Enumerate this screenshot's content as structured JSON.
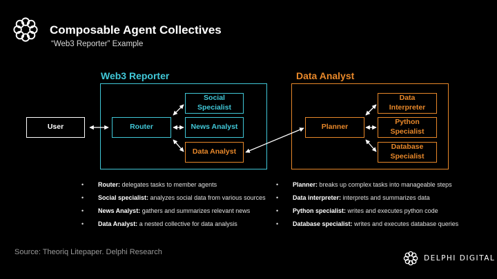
{
  "header": {
    "title": "Composable Agent Collectives",
    "subtitle": "“Web3 Reporter” Example",
    "logo_icon": "delphi-knot-icon"
  },
  "colors": {
    "background": "#000000",
    "web3_reporter": "#41c8d8",
    "data_analyst": "#e8882a",
    "user": "#ffffff",
    "arrows": "#ffffff"
  },
  "diagram": {
    "user": {
      "label": "User"
    },
    "web3_reporter": {
      "label": "Web3 Reporter",
      "router": "Router",
      "social_specialist": [
        "Social",
        "Specialist"
      ],
      "news_analyst": "News Analyst",
      "data_analyst": "Data Analyst"
    },
    "data_analyst_group": {
      "label": "Data Analyst",
      "planner": "Planner",
      "data_interpreter": [
        "Data",
        "Interpreter"
      ],
      "python_specialist": [
        "Python",
        "Specialist"
      ],
      "database_specialist": [
        "Database",
        "Specialist"
      ]
    },
    "connections": [
      {
        "from": "User",
        "to": "Router",
        "type": "bidirectional"
      },
      {
        "from": "Router",
        "to": "Social Specialist",
        "type": "bidirectional"
      },
      {
        "from": "Router",
        "to": "News Analyst",
        "type": "bidirectional"
      },
      {
        "from": "Router",
        "to": "Data Analyst",
        "type": "bidirectional"
      },
      {
        "from": "Data Analyst",
        "to": "Planner",
        "type": "bidirectional"
      },
      {
        "from": "Planner",
        "to": "Data Interpreter",
        "type": "bidirectional"
      },
      {
        "from": "Planner",
        "to": "Python Specialist",
        "type": "bidirectional"
      },
      {
        "from": "Planner",
        "to": "Database Specialist",
        "type": "bidirectional"
      }
    ]
  },
  "bullets_left": [
    {
      "term": "Router:",
      "desc": " delegates tasks to member agents"
    },
    {
      "term": "Social specialist:",
      "desc": " analyzes social data from various sources"
    },
    {
      "term": "News Analyst:",
      "desc": " gathers and summarizes relevant news"
    },
    {
      "term": "Data Analyst:",
      "desc": " a nested collective for data analysis"
    }
  ],
  "bullets_right": [
    {
      "term": "Planner:",
      "desc": " breaks up complex tasks into manageable steps"
    },
    {
      "term": "Data interpreter:",
      "desc": " interprets and summarizes data"
    },
    {
      "term": "Python specialist:",
      "desc": " writes and executes python code"
    },
    {
      "term": "Database specialist:",
      "desc": " writes and executes database queries"
    }
  ],
  "footer": {
    "source": "Source: Theoriq Litepaper. Delphi Research",
    "brand": "DELPHI DIGITAL",
    "brand_icon": "delphi-knot-icon"
  },
  "bullet_char": "•"
}
